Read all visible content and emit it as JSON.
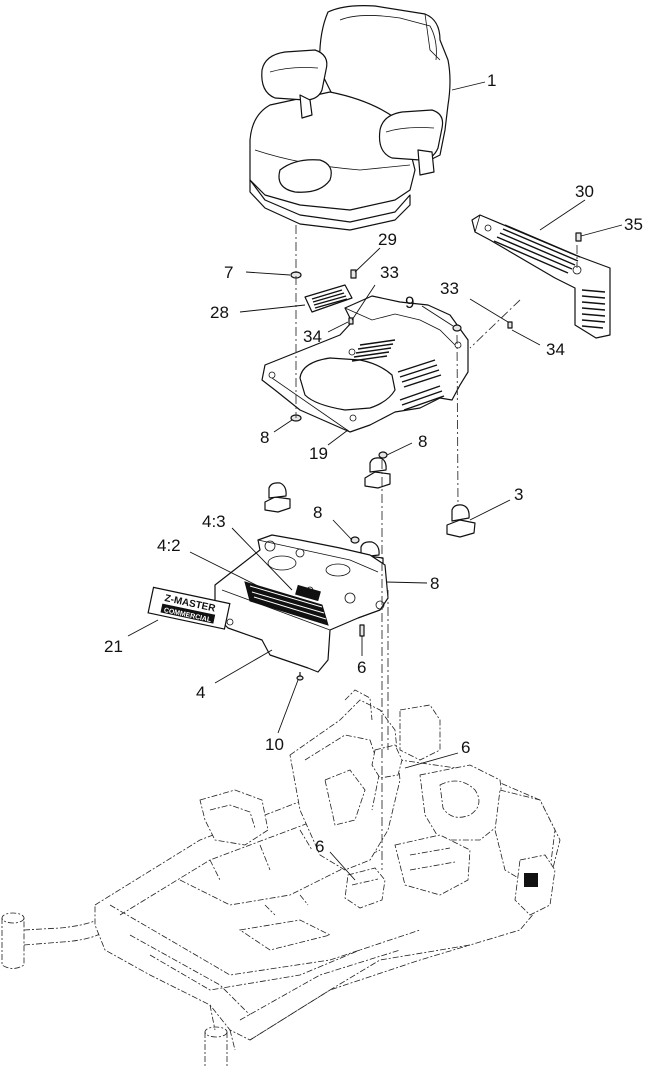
{
  "callouts": {
    "c1": "1",
    "c30": "30",
    "c35": "35",
    "c29": "29",
    "c7": "7",
    "c33a": "33",
    "c28": "28",
    "c9": "9",
    "c33b": "33",
    "c34a": "34",
    "c34b": "34",
    "c8a": "8",
    "c19": "19",
    "c8b": "8",
    "c3": "3",
    "c8c": "8",
    "c43": "4:3",
    "c42": "4:2",
    "c8d": "8",
    "c21": "21",
    "c6a": "6",
    "c4": "4",
    "c10": "10",
    "c6b": "6",
    "c6c": "6"
  },
  "decal_21": {
    "line1": "Z-MASTER",
    "line2": "COMMERCIAL"
  }
}
